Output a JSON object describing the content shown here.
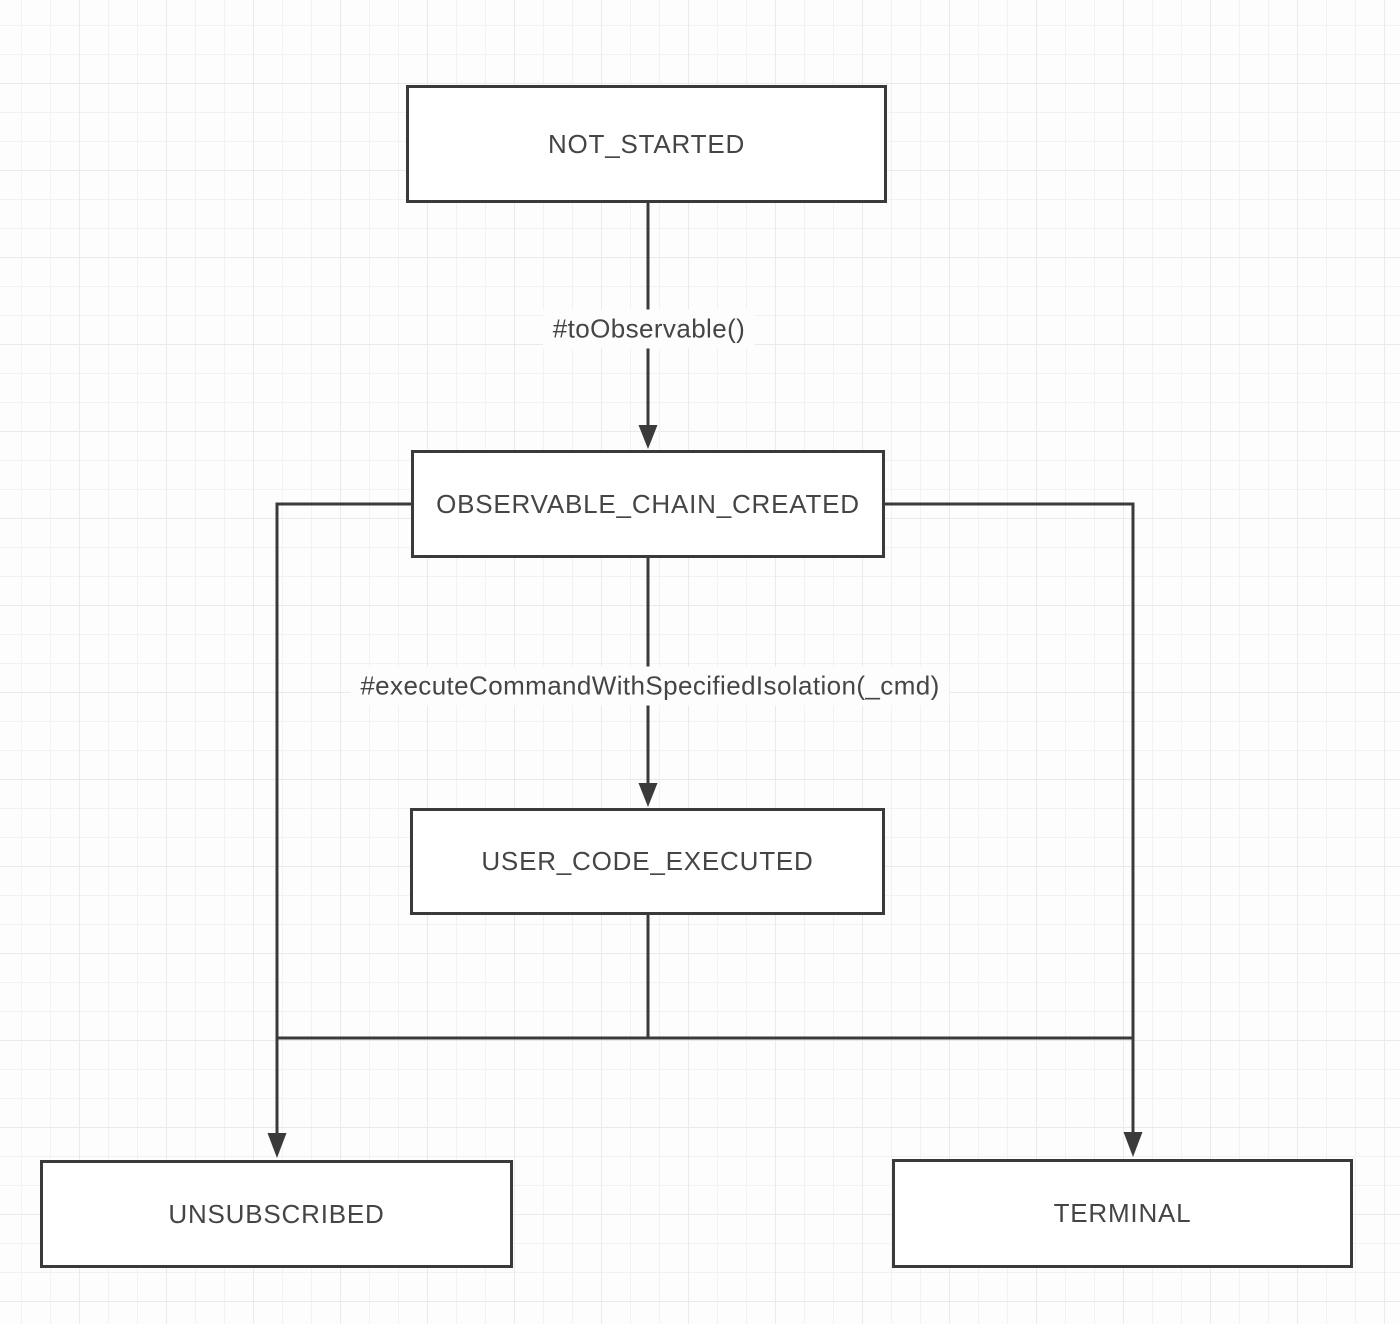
{
  "diagram": {
    "nodes": {
      "not_started": {
        "label": "NOT_STARTED"
      },
      "observable_chain_created": {
        "label": "OBSERVABLE_CHAIN_CREATED"
      },
      "user_code_executed": {
        "label": "USER_CODE_EXECUTED"
      },
      "unsubscribed": {
        "label": "UNSUBSCRIBED"
      },
      "terminal": {
        "label": "TERMINAL"
      }
    },
    "edge_labels": {
      "to_observable": {
        "label": "#toObservable()"
      },
      "execute_command": {
        "label": "#executeCommandWithSpecifiedIsolation(_cmd)"
      }
    },
    "colors": {
      "stroke": "#3a3a3a",
      "text": "#454545",
      "node_background": "#ffffff",
      "canvas_background": "#fdfdfe",
      "grid_minor": "#f2f2f6",
      "grid_major": "#e9e9ee"
    }
  }
}
